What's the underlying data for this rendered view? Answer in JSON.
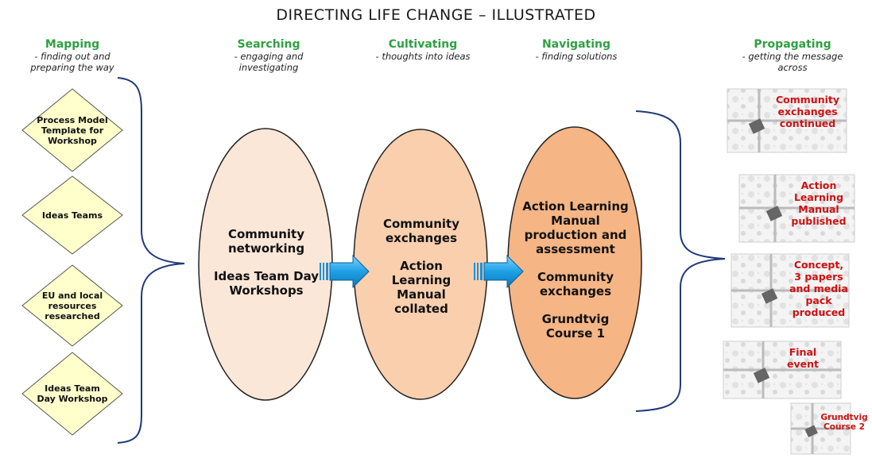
{
  "title": "DIRECTING LIFE CHANGE – ILLUSTRATED",
  "phases": [
    {
      "name": "Mapping",
      "subtitle": "- finding out and\npreparing the way"
    },
    {
      "name": "Searching",
      "subtitle": "-  engaging and\ninvestigating"
    },
    {
      "name": "Cultivating",
      "subtitle": "- thoughts into ideas"
    },
    {
      "name": "Navigating",
      "subtitle": "- finding solutions"
    },
    {
      "name": "Propagating",
      "subtitle": "- getting the message\nacross"
    }
  ],
  "mapping_items": [
    "Process Model\nTemplate for\nWorkshop",
    "Ideas Teams",
    "EU and local\nresources\nresearched",
    "Ideas Team\nDay Workshop"
  ],
  "ellipses": [
    {
      "lines": [
        "Community\nnetworking",
        "Ideas Team Day\nWorkshops"
      ],
      "color": "#fbe7d8"
    },
    {
      "lines": [
        "Community\nexchanges",
        "Action\nLearning\nManual\ncollated"
      ],
      "color": "#f9cfae"
    },
    {
      "lines": [
        "Action Learning\nManual\nproduction and\nassessment",
        "Community\nexchanges",
        "Grundtvig\nCourse 1"
      ],
      "color": "#f5b584"
    }
  ],
  "propagating_items": [
    "Community\nexchanges\ncontinued",
    "Action\nLearning\nManual\npublished",
    "Concept,\n3 papers\nand media\npack\nproduced",
    "Final\nevent",
    "Grundtvig\nCourse 2"
  ],
  "colors": {
    "phase_title": "#2ea043",
    "diamond_fill": "#ffffcc",
    "bracket": "#1f3a7a",
    "arrow": "#22aaee",
    "propagating_text": "#cc1111"
  },
  "icons": [
    "gift-box-icon"
  ]
}
